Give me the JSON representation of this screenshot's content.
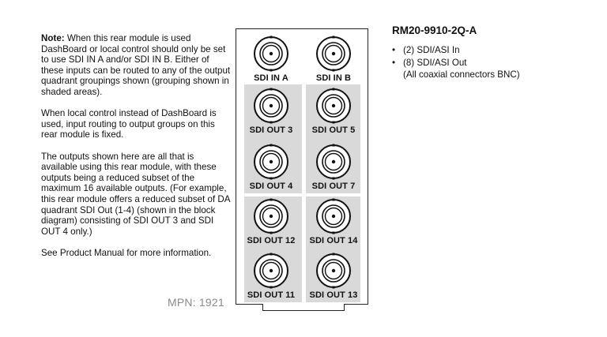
{
  "note": {
    "lead": "Note:",
    "p1_rest": " When this rear module is used DashBoard or local control should only be set to use SDI IN A and/or SDI IN B. Either of these inputs can be routed to any of the output quadrant groupings shown (grouping shown in shaded areas).",
    "p2": "When local control instead of DashBoard is used, input routing to output groups on this rear module is fixed.",
    "p3": "The outputs shown here are all that is available using this rear module, with these outputs being a reduced subset of the maximum 16 available outputs. (For example, this rear module offers a reduced subset of DA quadrant SDI Out (1-4) (shown in the block diagram) consisting of SDI OUT 3 and SDI OUT 4 only.)",
    "p4": "See Product Manual for more information."
  },
  "mpn": "MPN: 1921",
  "connectors": {
    "in_a": "SDI IN A",
    "in_b": "SDI IN B",
    "out3": "SDI OUT 3",
    "out5": "SDI OUT 5",
    "out4": "SDI OUT 4",
    "out7": "SDI OUT 7",
    "out12": "SDI OUT 12",
    "out14": "SDI OUT 14",
    "out11": "SDI OUT 11",
    "out13": "SDI OUT 13"
  },
  "specs": {
    "title": "RM20-9910-2Q-A",
    "bullet": "•",
    "item1": "(2) SDI/ASI In",
    "item2": "(8) SDI/ASI Out",
    "note": "(All coaxial connectors BNC)"
  }
}
